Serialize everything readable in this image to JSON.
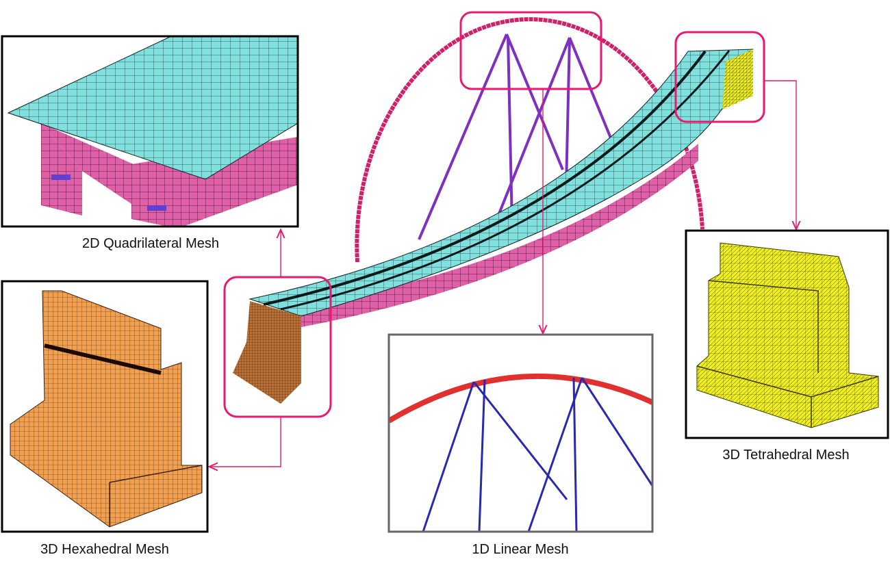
{
  "labels": {
    "quad": "2D Quadrilateral Mesh",
    "hex": "3D Hexahedral Mesh",
    "linear": "1D Linear Mesh",
    "tet": "3D Tetrahedral Mesh"
  },
  "colors": {
    "highlight": "#e8196e",
    "deck": "#7fe0de",
    "girder": "#e060a8",
    "arch": "#d0206a",
    "cable": "#8030c0",
    "hex": "#f0a050",
    "tet": "#f0f020",
    "linear_arch": "#e03030",
    "linear_cable": "#2828b0"
  }
}
